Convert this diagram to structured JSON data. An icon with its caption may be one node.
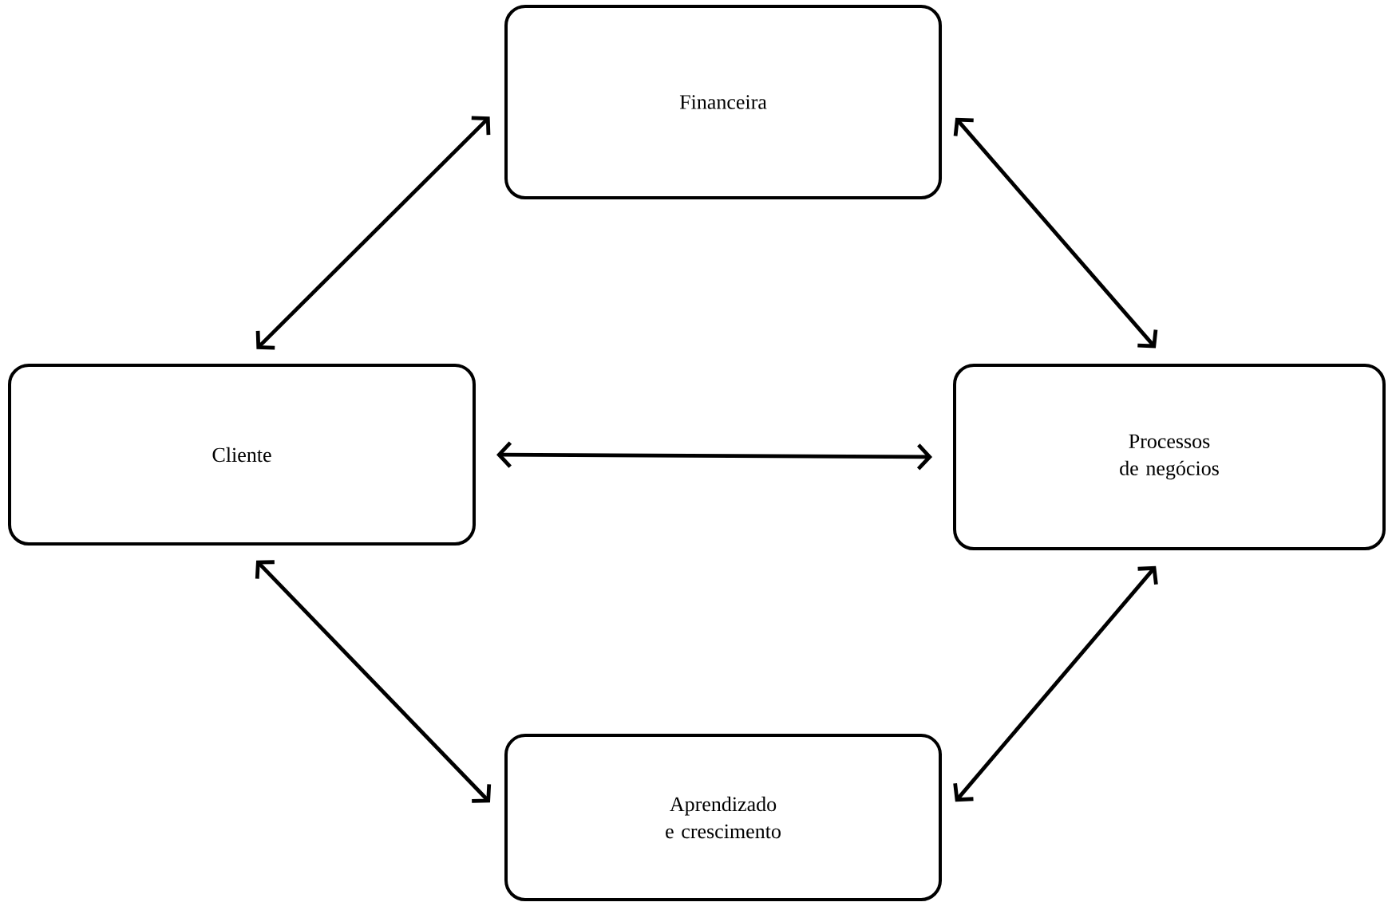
{
  "diagram": {
    "nodes": [
      {
        "text": [
          "Financeira"
        ]
      },
      {
        "text": [
          "Cliente"
        ]
      },
      {
        "text": [
          "Processos de negócios"
        ]
      },
      {
        "text": [
          "Aprendizado e crescimento"
        ]
      }
    ],
    "edges": [
      {
        "from": 1,
        "to": 0,
        "arrow": "both"
      },
      {
        "from": 0,
        "to": 2,
        "arrow": "both"
      },
      {
        "from": 1,
        "to": 2,
        "arrow": "both"
      },
      {
        "from": 1,
        "to": 3,
        "arrow": "both"
      },
      {
        "from": 3,
        "to": 2,
        "arrow": "both"
      }
    ]
  }
}
